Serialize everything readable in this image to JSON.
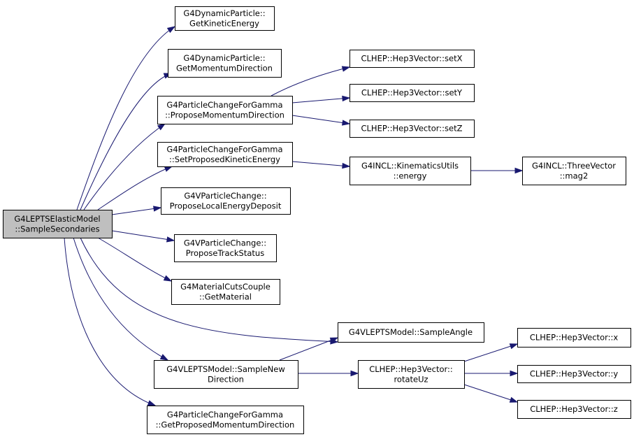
{
  "nodes": [
    {
      "id": "root",
      "root": true,
      "lines": [
        "G4LEPTSElasticModel",
        "::SampleSecondaries"
      ]
    },
    {
      "id": "kinetic",
      "lines": [
        "G4DynamicParticle::",
        "GetKineticEnergy"
      ]
    },
    {
      "id": "momdir",
      "lines": [
        "G4DynamicParticle::",
        "GetMomentumDirection"
      ]
    },
    {
      "id": "propmom",
      "lines": [
        "G4ParticleChangeForGamma",
        "::ProposeMomentumDirection"
      ]
    },
    {
      "id": "setke",
      "lines": [
        "G4ParticleChangeForGamma",
        "::SetProposedKineticEnergy"
      ]
    },
    {
      "id": "localdep",
      "lines": [
        "G4VParticleChange::",
        "ProposeLocalEnergyDeposit"
      ]
    },
    {
      "id": "trackstat",
      "lines": [
        "G4VParticleChange::",
        "ProposeTrackStatus"
      ]
    },
    {
      "id": "material",
      "lines": [
        "G4MaterialCutsCouple",
        "::GetMaterial"
      ]
    },
    {
      "id": "newdir",
      "lines": [
        "G4VLEPTSModel::SampleNew",
        "Direction"
      ]
    },
    {
      "id": "getpropmom",
      "lines": [
        "G4ParticleChangeForGamma",
        "::GetProposedMomentumDirection"
      ]
    },
    {
      "id": "setx",
      "lines": [
        "CLHEP::Hep3Vector::setX"
      ]
    },
    {
      "id": "sety",
      "lines": [
        "CLHEP::Hep3Vector::setY"
      ]
    },
    {
      "id": "setz",
      "lines": [
        "CLHEP::Hep3Vector::setZ"
      ]
    },
    {
      "id": "energy",
      "lines": [
        "G4INCL::KinematicsUtils",
        "::energy"
      ]
    },
    {
      "id": "mag2",
      "lines": [
        "G4INCL::ThreeVector",
        "::mag2"
      ]
    },
    {
      "id": "angle",
      "lines": [
        "G4VLEPTSModel::SampleAngle"
      ]
    },
    {
      "id": "rotuz",
      "lines": [
        "CLHEP::Hep3Vector::",
        "rotateUz"
      ]
    },
    {
      "id": "vx",
      "lines": [
        "CLHEP::Hep3Vector::x"
      ]
    },
    {
      "id": "vy",
      "lines": [
        "CLHEP::Hep3Vector::y"
      ]
    },
    {
      "id": "vz",
      "lines": [
        "CLHEP::Hep3Vector::z"
      ]
    }
  ],
  "edges": [
    [
      "root",
      "kinetic"
    ],
    [
      "root",
      "momdir"
    ],
    [
      "root",
      "propmom"
    ],
    [
      "root",
      "setke"
    ],
    [
      "root",
      "localdep"
    ],
    [
      "root",
      "trackstat"
    ],
    [
      "root",
      "material"
    ],
    [
      "root",
      "angle"
    ],
    [
      "root",
      "newdir"
    ],
    [
      "root",
      "getpropmom"
    ],
    [
      "propmom",
      "setx"
    ],
    [
      "propmom",
      "sety"
    ],
    [
      "propmom",
      "setz"
    ],
    [
      "setke",
      "energy"
    ],
    [
      "energy",
      "mag2"
    ],
    [
      "newdir",
      "angle"
    ],
    [
      "newdir",
      "rotuz"
    ],
    [
      "rotuz",
      "vx"
    ],
    [
      "rotuz",
      "vy"
    ],
    [
      "rotuz",
      "vz"
    ]
  ],
  "colors": {
    "edge": "#191970",
    "node_border": "#000000",
    "node_fill": "#ffffff",
    "root_fill": "#bfbfbf"
  }
}
